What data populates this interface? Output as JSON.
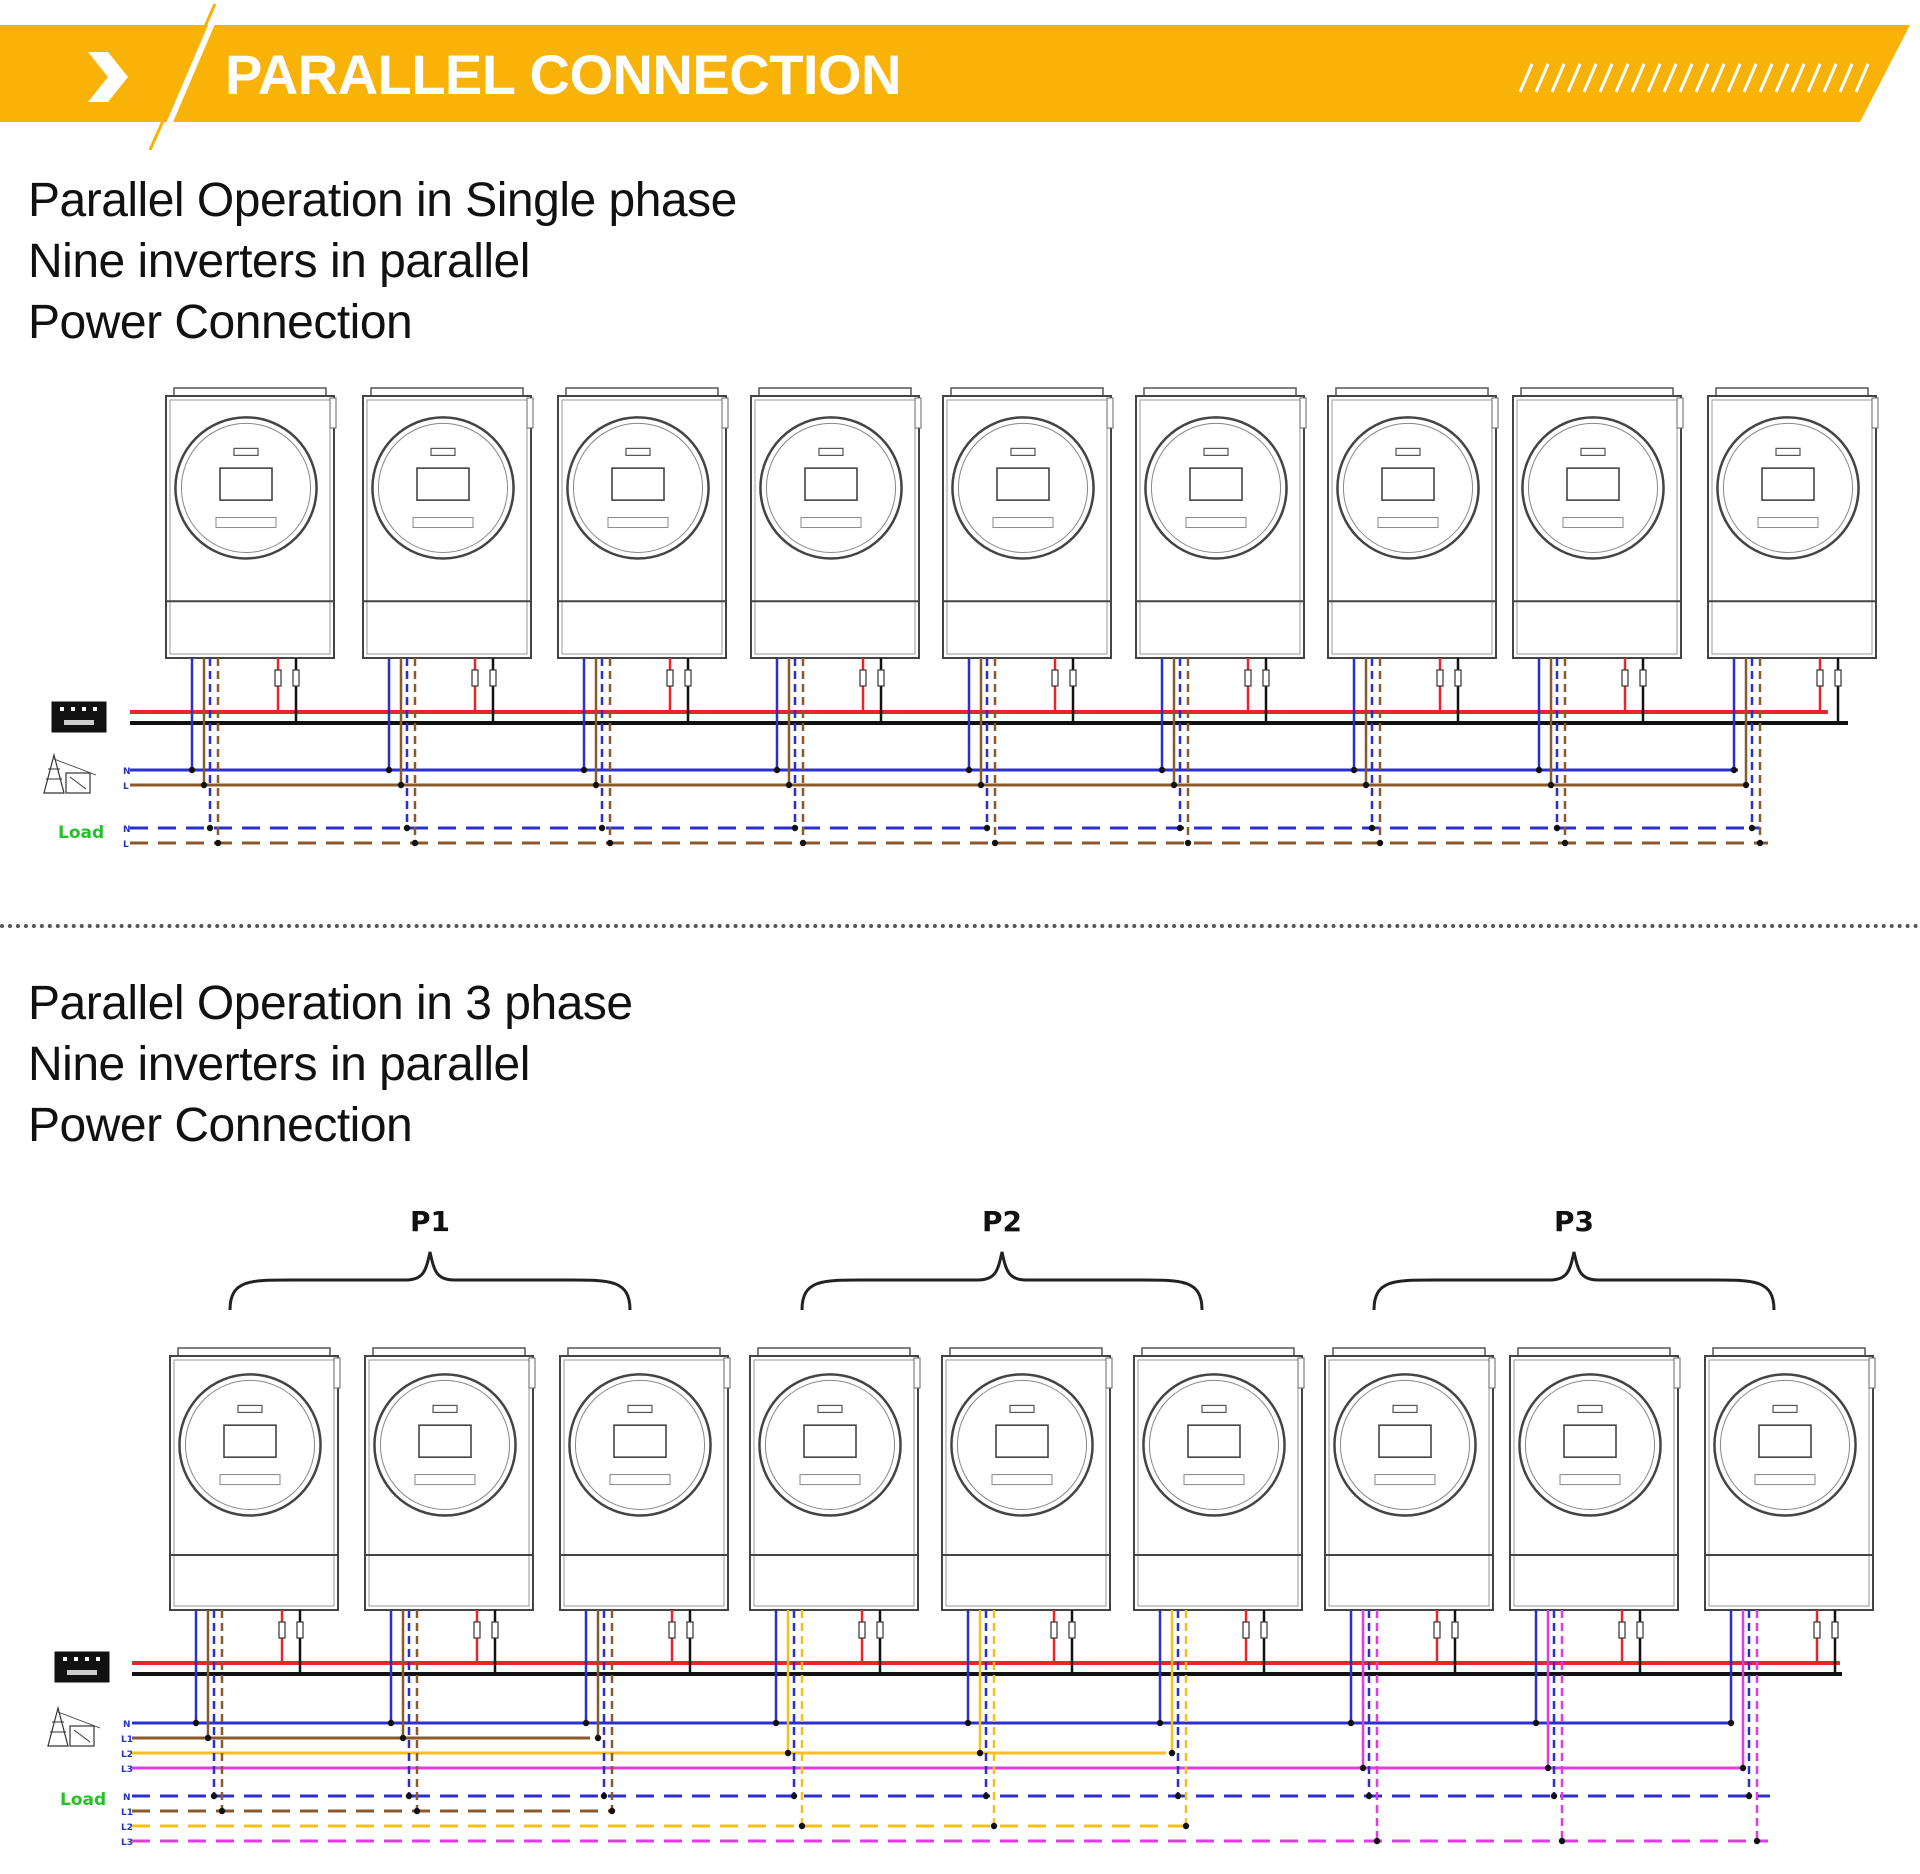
{
  "header": {
    "title": "PARALLEL CONNECTION",
    "accent_color": "#F9B208",
    "chevron_icon": "chevron-right-icon"
  },
  "section1": {
    "line1": "Parallel Operation in Single phase",
    "line2": "Nine inverters in parallel",
    "line3": "Power Connection",
    "inverter_count": 9,
    "wire_labels": {
      "load": "Load",
      "n": "N",
      "l": "L"
    }
  },
  "section2": {
    "line1": "Parallel Operation in 3 phase",
    "line2": "Nine inverters in parallel",
    "line3": "Power Connection",
    "inverter_count": 9,
    "phase_groups": [
      "P1",
      "P2",
      "P3"
    ],
    "wire_labels": {
      "load": "Load",
      "n": "N",
      "l1": "L1",
      "l2": "L2",
      "l3": "L3"
    }
  },
  "colors": {
    "battery_positive": "#E8262A",
    "battery_negative": "#111111",
    "neutral": "#2B2FD0",
    "line": "#8B5A2B",
    "l2": "#F2C21B",
    "l3": "#E23BE6",
    "load_label": "#22C22B"
  }
}
